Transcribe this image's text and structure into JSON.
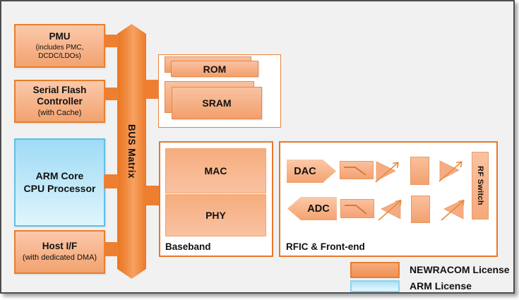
{
  "blocks": {
    "pmu": {
      "title": "PMU",
      "subtitle": "(includes PMC, DCDC/LDOs)"
    },
    "serial_flash": {
      "title": "Serial Flash\nController",
      "subtitle": "(with Cache)"
    },
    "arm": {
      "title": "ARM Core\nCPU Processor"
    },
    "host": {
      "title": "Host I/F",
      "subtitle": "(with dedicated DMA)"
    }
  },
  "bus": {
    "label": "BUS Matrix"
  },
  "memory": {
    "rom": "ROM",
    "sram": "SRAM"
  },
  "baseband": {
    "label": "Baseband",
    "mac": "MAC",
    "phy": "PHY"
  },
  "rfic": {
    "label": "RFIC & Front-end",
    "dac": "DAC",
    "adc": "ADC",
    "rf_switch": "RF Switch"
  },
  "legend": {
    "items": [
      {
        "label": "NEWRACOM License",
        "color": "#ef9154"
      },
      {
        "label": "ARM License",
        "color": "#ace0f6"
      }
    ]
  },
  "colors": {
    "newracom_border": "#e87e2e",
    "newracom_fill_top": "#fbc9ab",
    "newracom_fill_bottom": "#f2a26f",
    "arm_border": "#5fc0e8",
    "arm_fill_top": "#9edbf5",
    "bus_orange": "#ee7f31",
    "background": "#f1f1f1",
    "frame_border": "#4d4d4d"
  }
}
